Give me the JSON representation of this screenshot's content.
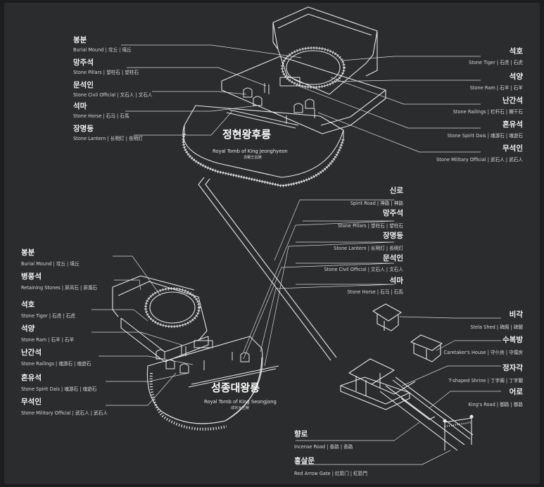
{
  "upper_tomb": {
    "title_kr": "정현왕후릉",
    "title_en": "Royal Tomb of King Jeonghyeon",
    "title_cn": "貞顯王后陵",
    "left_labels": [
      {
        "kr": "봉분",
        "en": "Burial Mound | 坟丘 | 墳丘"
      },
      {
        "kr": "망주석",
        "en": "Stone Pillars | 望柱石 | 望柱石"
      },
      {
        "kr": "문석인",
        "en": "Stone Civil Official | 文石人 | 文石人"
      },
      {
        "kr": "석마",
        "en": "Stone Horse | 石马 | 石馬"
      },
      {
        "kr": "장명등",
        "en": "Stone Lantern | 长明灯 | 長明灯"
      }
    ],
    "right_labels": [
      {
        "kr": "석호",
        "en": "Stone Tiger | 石虎 | 石虎"
      },
      {
        "kr": "석양",
        "en": "Stone Ram | 石羊 | 石羊"
      },
      {
        "kr": "난간석",
        "en": "Stone Railings | 栏杆石 | 欄干石"
      },
      {
        "kr": "혼유석",
        "en": "Stone Spirit Dais | 魂游石 | 魂遊石"
      },
      {
        "kr": "무석인",
        "en": "Stone Military Official | 武石人 | 武石人"
      }
    ]
  },
  "lower_tomb": {
    "title_kr": "성종대왕릉",
    "title_en": "Royal Tomb of King Seongjong",
    "title_cn": "成宗大王陵",
    "left_labels": [
      {
        "kr": "봉분",
        "en": "Burial Mound | 坟丘 | 墳丘"
      },
      {
        "kr": "병풍석",
        "en": "Retaining Stones | 屏风石 | 屏風石"
      },
      {
        "kr": "석호",
        "en": "Stone Tiger | 石虎 | 石虎"
      },
      {
        "kr": "석양",
        "en": "Stone Ram | 石羊 | 石羊"
      },
      {
        "kr": "난간석",
        "en": "Stone Railings | 魂游石 | 魂遊石"
      },
      {
        "kr": "혼유석",
        "en": "Stone Spirit Dais | 魂游石 | 魂遊石"
      },
      {
        "kr": "무석인",
        "en": "Stone Military Official | 武石人 | 武石人"
      }
    ]
  },
  "middle_labels": [
    {
      "kr": "신로",
      "en": "Spirit Road | 神路 | 神路"
    },
    {
      "kr": "망주석",
      "en": "Stone Pillars | 望柱石 | 望柱石"
    },
    {
      "kr": "장명등",
      "en": "Stone Lantern | 长明灯 | 長明灯"
    },
    {
      "kr": "문석인",
      "en": "Stone Civil Official | 文石人 | 文石人"
    },
    {
      "kr": "석마",
      "en": "Stone Horse | 石马 | 石馬"
    }
  ],
  "bottom_right_labels": [
    {
      "kr": "비각",
      "en": "Stela Shed | 碑阁 | 碑閣"
    },
    {
      "kr": "수복방",
      "en": "Caretaker's House | 守仆房 | 守僕房"
    },
    {
      "kr": "정자각",
      "en": "T-shaped Shrine | 丁字阁 | 丁字閣"
    },
    {
      "kr": "어로",
      "en": "King's Road | 御路 | 御路"
    }
  ],
  "bottom_center_labels": [
    {
      "kr": "향로",
      "en": "Incense Road | 香路 | 香路"
    },
    {
      "kr": "홍살문",
      "en": "Red Arrow Gate | 红箭门 | 紅箭門"
    }
  ]
}
